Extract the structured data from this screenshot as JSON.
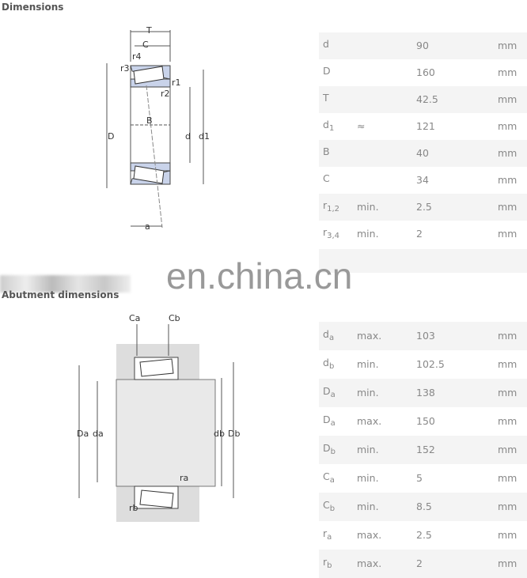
{
  "dimensions": {
    "title": "Dimensions",
    "rows": [
      {
        "sym": "d",
        "sub": "",
        "qual": "",
        "val": "90",
        "unit": "mm"
      },
      {
        "sym": "D",
        "sub": "",
        "qual": "",
        "val": "160",
        "unit": "mm"
      },
      {
        "sym": "T",
        "sub": "",
        "qual": "",
        "val": "42.5",
        "unit": "mm"
      },
      {
        "sym": "d",
        "sub": "1",
        "qual": "≈",
        "val": "121",
        "unit": "mm"
      },
      {
        "sym": "B",
        "sub": "",
        "qual": "",
        "val": "40",
        "unit": "mm"
      },
      {
        "sym": "C",
        "sub": "",
        "qual": "",
        "val": "34",
        "unit": "mm"
      },
      {
        "sym": "r",
        "sub": "1,2",
        "qual": "min.",
        "val": "2.5",
        "unit": "mm"
      },
      {
        "sym": "r",
        "sub": "3,4",
        "qual": "min.",
        "val": "2",
        "unit": "mm"
      }
    ],
    "diagram_labels": {
      "T": "T",
      "C": "C",
      "r4": "r4",
      "r3": "r3",
      "r1": "r1",
      "r2": "r2",
      "B": "B",
      "D": "D",
      "d": "d",
      "d1": "d1",
      "a": "a"
    }
  },
  "watermark": "en.china.cn",
  "abutment": {
    "title": "Abutment dimensions",
    "rows": [
      {
        "sym": "d",
        "sub": "a",
        "qual": "max.",
        "val": "103",
        "unit": "mm"
      },
      {
        "sym": "d",
        "sub": "b",
        "qual": "min.",
        "val": "102.5",
        "unit": "mm"
      },
      {
        "sym": "D",
        "sub": "a",
        "qual": "min.",
        "val": "138",
        "unit": "mm"
      },
      {
        "sym": "D",
        "sub": "a",
        "qual": "max.",
        "val": "150",
        "unit": "mm"
      },
      {
        "sym": "D",
        "sub": "b",
        "qual": "min.",
        "val": "152",
        "unit": "mm"
      },
      {
        "sym": "C",
        "sub": "a",
        "qual": "min.",
        "val": "5",
        "unit": "mm"
      },
      {
        "sym": "C",
        "sub": "b",
        "qual": "min.",
        "val": "8.5",
        "unit": "mm"
      },
      {
        "sym": "r",
        "sub": "a",
        "qual": "max.",
        "val": "2.5",
        "unit": "mm"
      },
      {
        "sym": "r",
        "sub": "b",
        "qual": "max.",
        "val": "2",
        "unit": "mm"
      }
    ],
    "diagram_labels": {
      "Ca": "Ca",
      "Cb": "Cb",
      "Da": "Da",
      "da": "da",
      "db": "db",
      "Db": "Db",
      "ra": "ra",
      "rb": "rb"
    }
  }
}
